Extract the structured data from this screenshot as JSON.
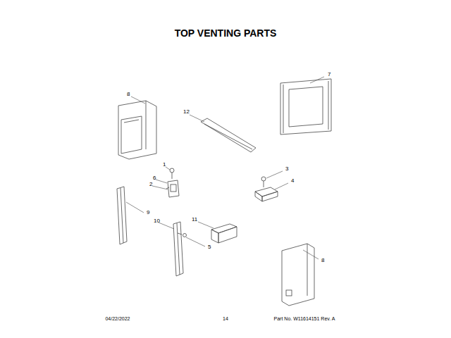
{
  "diagram": {
    "title": "TOP VENTING PARTS",
    "labels": [
      "7",
      "8",
      "12",
      "1",
      "3",
      "6",
      "2",
      "4",
      "9",
      "11",
      "10",
      "5",
      "8",
      "04/22/2022",
      "14",
      "Part No. W11614151 Rev. A"
    ]
  }
}
